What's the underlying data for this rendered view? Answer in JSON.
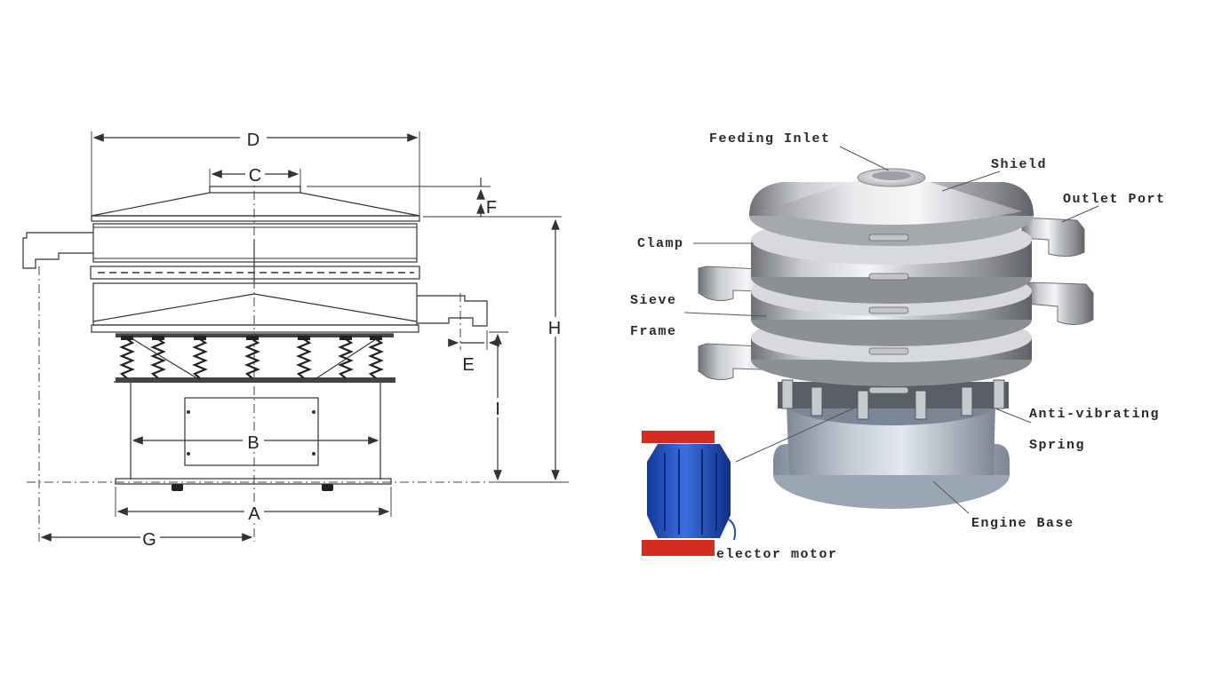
{
  "dimension_drawing": {
    "labels": {
      "A": "A",
      "B": "B",
      "C": "C",
      "D": "D",
      "E": "E",
      "F": "F",
      "G": "G",
      "H": "H",
      "I": "I"
    }
  },
  "product_illustration": {
    "callouts": {
      "feeding_inlet": "Feeding Inlet",
      "shield": "Shield",
      "outlet_port": "Outlet Port",
      "clamp": "Clamp",
      "sieve_line1": "Sieve",
      "sieve_line2": "Frame",
      "anti_vibrating_line1": "Anti-vibrating",
      "anti_vibrating_line2": "Spring",
      "engine_base": "Engine Base",
      "motor": "elector motor"
    },
    "colors": {
      "steel_light": "#f2f2f2",
      "steel_mid": "#b9bcc0",
      "steel_dark": "#6d7075",
      "motor_blue": "#1f4fc4",
      "flange_red": "#d42c20"
    }
  }
}
